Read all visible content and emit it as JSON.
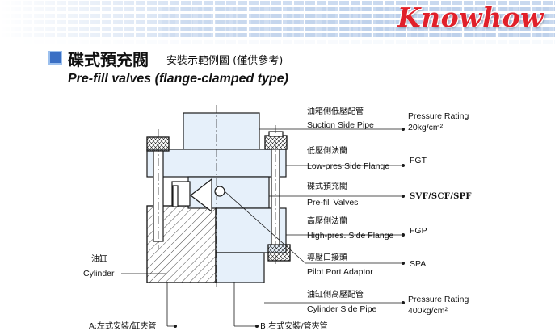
{
  "brand": {
    "text": "Knowhow"
  },
  "title": {
    "cn_main": "碟式預充閥",
    "cn_sub": "安裝示範例圖 (僅供參考)",
    "en": "Pre-fill valves (flange-clamped type)"
  },
  "callouts": [
    {
      "cn": "油箱側低壓配管",
      "en": "Suction Side Pipe",
      "spec": [
        "Pressure Rating",
        "20kg/cm²"
      ]
    },
    {
      "cn": "低壓側法蘭",
      "en": "Low-pres Side Flange",
      "spec": [
        "FGT"
      ]
    },
    {
      "cn": "碟式預充閥",
      "en": "Pre-fill Valves",
      "spec": [
        "SVF/SCF/SPF"
      ]
    },
    {
      "cn": "高壓側法蘭",
      "en": "High-pres. Side Flange",
      "spec": [
        "FGP"
      ]
    },
    {
      "cn": "導壓口接頭",
      "en": "Pilot Port Adaptor",
      "spec": [
        "SPA"
      ]
    },
    {
      "cn": "油缸側高壓配管",
      "en": "Cylinder Side Pipe",
      "spec": [
        "Pressure Rating",
        "400kg/cm²"
      ]
    }
  ],
  "cylinder": {
    "cn": "油缸",
    "en": "Cylinder"
  },
  "install": {
    "a": "A:左式安裝/缸夾管",
    "b": "B:右式安裝/管夾管"
  },
  "colors": {
    "accent_red": "#e0202a",
    "part_fill": "#e6f0fa",
    "outline": "#1a1a1a",
    "header_stripe": "#c9d9ef",
    "icon_blue": "#3a6fc4"
  }
}
